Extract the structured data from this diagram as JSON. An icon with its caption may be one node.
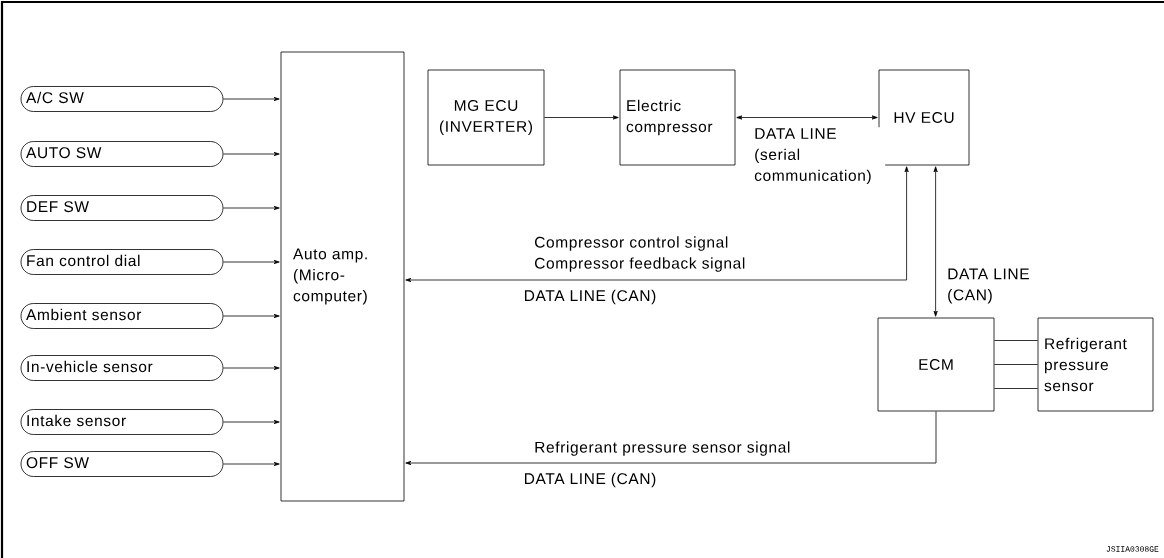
{
  "diagram": {
    "nodes": [
      {
        "text": [
          "A/C SW"
        ]
      },
      {
        "text": [
          "AUTO SW"
        ]
      },
      {
        "text": [
          "DEF SW"
        ]
      },
      {
        "text": [
          "Fan control dial"
        ]
      },
      {
        "text": [
          "Ambient sensor"
        ]
      },
      {
        "text": [
          "In-vehicle sensor"
        ]
      },
      {
        "text": [
          "Intake sensor"
        ]
      },
      {
        "text": [
          "OFF SW"
        ]
      },
      {
        "text": [
          "Auto amp. (Micro- computer)"
        ]
      },
      {
        "text": [
          "MG ECU (INVERTER)"
        ]
      },
      {
        "text": [
          "Electric compressor"
        ]
      },
      {
        "text": [
          "HV ECU"
        ]
      },
      {
        "text": [
          "ECM"
        ]
      },
      {
        "text": [
          "Refrigerant pressure sensor"
        ]
      }
    ],
    "edges": [
      {
        "from": 0,
        "to": 8,
        "arrow": "to"
      },
      {
        "from": 1,
        "to": 8,
        "arrow": "to"
      },
      {
        "from": 2,
        "to": 8,
        "arrow": "to"
      },
      {
        "from": 3,
        "to": 8,
        "arrow": "to"
      },
      {
        "from": 4,
        "to": 8,
        "arrow": "to"
      },
      {
        "from": 5,
        "to": 8,
        "arrow": "to"
      },
      {
        "from": 6,
        "to": 8,
        "arrow": "to"
      },
      {
        "from": 7,
        "to": 8,
        "arrow": "to"
      },
      {
        "from": 9,
        "to": 10,
        "arrow": "to"
      },
      {
        "from": 10,
        "to": 11,
        "arrow": "both",
        "label": "DATA LINE (serial communication)"
      },
      {
        "from": 11,
        "to": 8,
        "arrow": "both",
        "label": "Compressor control signal Compressor feedback signal"
      },
      {
        "from": 11,
        "to": 12,
        "arrow": "both",
        "label": "DATA LINE (CAN)"
      },
      {
        "from": 12,
        "to": 8,
        "arrow": "to",
        "label": "Refrigerant pressure sensor signal"
      },
      {
        "from": 12,
        "to": 13,
        "arrow": "none"
      },
      {
        "from": 12,
        "to": 13,
        "arrow": "none"
      },
      {
        "from": 12,
        "to": 13,
        "arrow": "none"
      }
    ],
    "labels": [
      "DATA LINE (CAN)",
      "DATA LINE (CAN)",
      "JSIIA0308GE"
    ]
  }
}
